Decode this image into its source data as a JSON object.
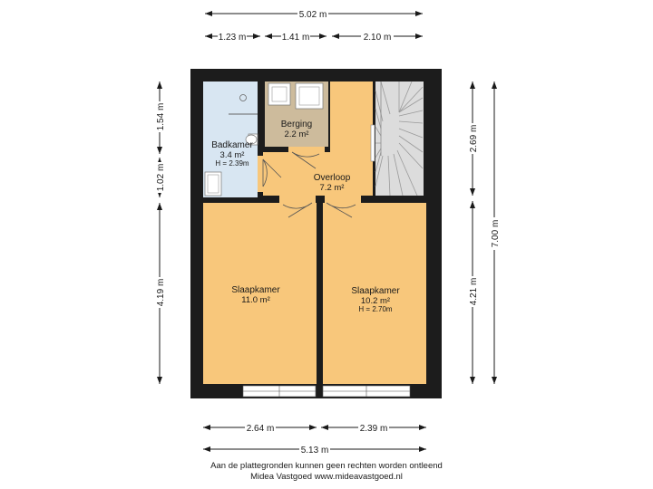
{
  "dimensions": {
    "top_total": "5.02 m",
    "top_seg1": "1.23 m",
    "top_seg2": "1.41 m",
    "top_seg3": "2.10 m",
    "left_seg1": "1.54 m",
    "left_seg2": "1.02 m",
    "left_seg3": "4.19 m",
    "right_seg1": "2.69 m",
    "right_seg2": "4.21 m",
    "right_total": "7.00 m",
    "bottom_seg1": "2.64 m",
    "bottom_seg2": "2.39 m",
    "bottom_total": "5.13 m"
  },
  "rooms": {
    "badkamer": {
      "name": "Badkamer",
      "area": "3.4 m²",
      "height": "H = 2.39m"
    },
    "berging": {
      "name": "Berging",
      "area": "2.2 m²"
    },
    "overloop": {
      "name": "Overloop",
      "area": "7.2 m²"
    },
    "slaapkamer_left": {
      "name": "Slaapkamer",
      "area": "11.0 m²"
    },
    "slaapkamer_right": {
      "name": "Slaapkamer",
      "area": "10.2 m²",
      "height": "H = 2.70m"
    }
  },
  "colors": {
    "wall": "#1c1c1c",
    "bedroom": "#f8c77b",
    "overloop": "#f8c77b",
    "bathroom": "#d8e6f2",
    "storage": "#cdbb9c",
    "stairs": "#dcdcdc"
  },
  "footer": {
    "line1": "Aan de plattegronden kunnen geen rechten worden ontleend",
    "line2": "Midea Vastgoed www.mideavastgoed.nl"
  }
}
